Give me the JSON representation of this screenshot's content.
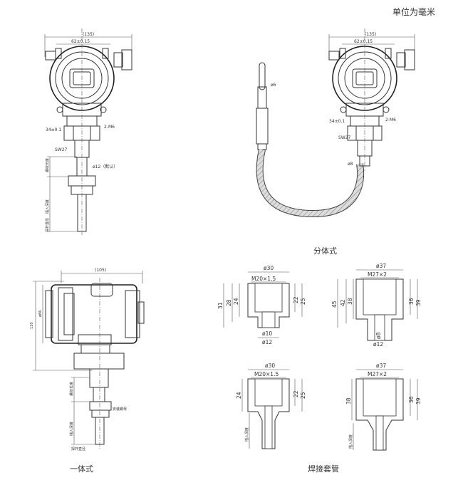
{
  "units_note": "单位为毫米",
  "captions": {
    "split": "分体式",
    "integral": "一体式",
    "weld": "焊接套管"
  },
  "top_left": {
    "dim_width": "(135)",
    "dim_center": "62±0.15",
    "dim_hex": "34±0.1",
    "dim_thread": "2-M6",
    "dim_sw": "SW27",
    "dim_probe": "ø12（默认）",
    "label_thread_len": "螺纹长度",
    "label_insert": "插入深度",
    "label_probe_len": "探杆直径"
  },
  "top_right": {
    "dim_width": "(135)",
    "dim_center": "62±0.15",
    "dim_hex": "34±0.1",
    "dim_thread": "2-M6",
    "dim_sw": "SW27",
    "dim_cable": "ø6",
    "dim_rod": "ø8"
  },
  "integral": {
    "dim_width": "(105)",
    "dim_height": "110",
    "dim_dia": "ø86",
    "label_thread_len": "螺纹长度",
    "label_nut": "安装螺母",
    "label_insert": "插入深度",
    "label_probe": "探杆直径"
  },
  "weld1": {
    "d_top": "ø30",
    "thread": "M20×1.5",
    "h_outer": "31",
    "h_28": "28",
    "h_24": "24",
    "h_22": "22",
    "h_25": "25",
    "d_inner": "ø10",
    "d_bottom": "ø12"
  },
  "weld2": {
    "d_top": "ø37",
    "thread": "M27×2",
    "h_outer": "45",
    "h_42": "42",
    "h_38": "38",
    "h_36": "36",
    "h_39": "39",
    "d_inner": "ø8",
    "d_bottom": "ø12"
  },
  "weld3": {
    "d_top": "ø30",
    "thread": "M20×1.5",
    "h_24": "24",
    "h_22": "22",
    "h_25": "25",
    "label_insert": "插入深度"
  },
  "weld4": {
    "d_top": "ø37",
    "thread": "M27×2",
    "h_38": "38",
    "h_36": "36",
    "h_39": "39",
    "label_insert": "插入深度"
  }
}
